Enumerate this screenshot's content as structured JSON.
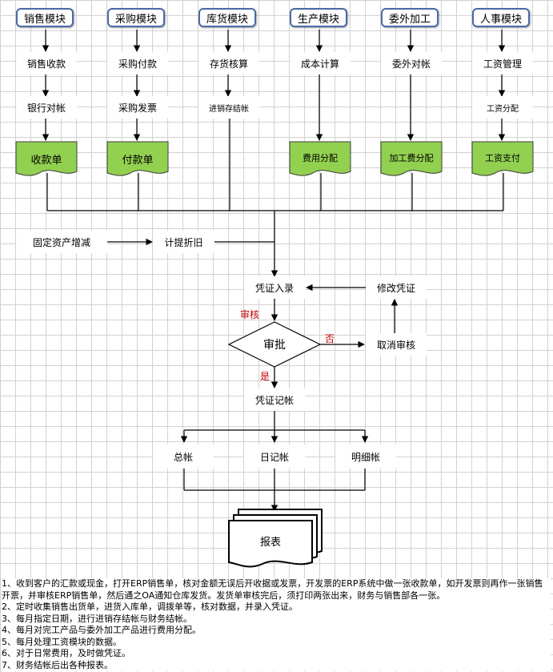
{
  "modules": [
    "销售模块",
    "采购模块",
    "库货模块",
    "生产模块",
    "委外加工",
    "人事模块"
  ],
  "steps1": [
    "销售收款",
    "采购付款",
    "存货核算",
    "成本计算",
    "委外对帐",
    "工资管理"
  ],
  "steps2": [
    "银行对帐",
    "采购发票",
    "进销存结帐",
    "工资分配"
  ],
  "documents": [
    "收款单",
    "付款单",
    "费用分配",
    "加工费分配",
    "工资支付"
  ],
  "fixed_asset": "固定资产增减",
  "depreciation": "计提折旧",
  "voucher_entry": "凭证入录",
  "modify_voucher": "修改凭证",
  "audit_label": "审核",
  "approve": "审批",
  "no_label": "否",
  "cancel_audit": "取消审核",
  "yes_label": "是",
  "voucher_post": "凭证记帐",
  "ledgers": [
    "总帐",
    "日记帐",
    "明细帐"
  ],
  "report": "报表",
  "colors": {
    "green": "#92d050",
    "module_border": "#4a6aa6",
    "red_label": "#c00000",
    "grid": "#d2d2d2"
  },
  "notes": [
    "1、收到客户的汇款或现金，打开ERP销售单，核对金额无误后开收据或发票，开发票的ERP系统中做一张收款单，如开发票则再作一张销售开票，并审核ERP销售单，然后通之OA通知仓库发货。发货单审核完后，须打印两张出来，财务与销售部各一张。",
    "2、定时收集销售出货单，进货入库单，调拨单等，核对数据，并录入凭证。",
    "3、每月指定日期，进行进销存结帐与财务结帐。",
    "4、每月对完工产品与委外加工产品进行费用分配。",
    "5、每月处理工资模块的数据。",
    "6、对于日常费用，及时做凭证。",
    "7、财务结帐后出各种报表。"
  ]
}
